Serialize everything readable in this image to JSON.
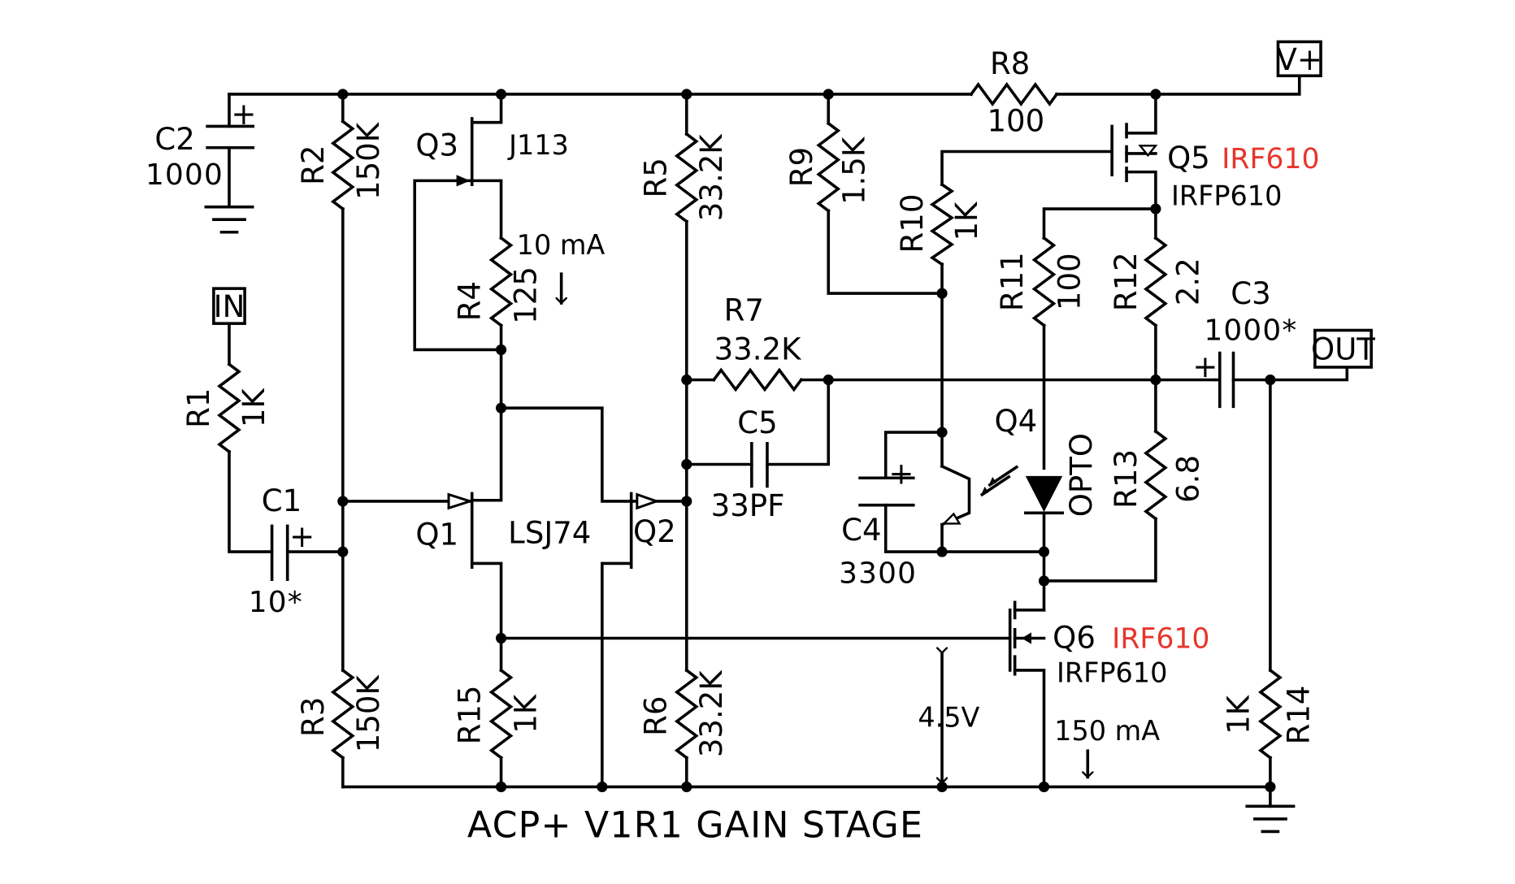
{
  "title": "ACP+ V1R1 GAIN STAGE",
  "ports": {
    "vplus": "V+",
    "in": "IN",
    "out": "OUT"
  },
  "components": {
    "R1": {
      "ref": "R1",
      "value": "1K"
    },
    "R2": {
      "ref": "R2",
      "value": "150K"
    },
    "R3": {
      "ref": "R3",
      "value": "150K"
    },
    "R4": {
      "ref": "R4",
      "value": "125",
      "note": "10 mA"
    },
    "R5": {
      "ref": "R5",
      "value": "33.2K"
    },
    "R6": {
      "ref": "R6",
      "value": "33.2K"
    },
    "R7": {
      "ref": "R7",
      "value": "33.2K"
    },
    "R8": {
      "ref": "R8",
      "value": "100"
    },
    "R9": {
      "ref": "R9",
      "value": "1.5K"
    },
    "R10": {
      "ref": "R10",
      "value": "1K"
    },
    "R11": {
      "ref": "R11",
      "value": "100"
    },
    "R12": {
      "ref": "R12",
      "value": "2.2"
    },
    "R13": {
      "ref": "R13",
      "value": "6.8"
    },
    "R14": {
      "ref": "R14",
      "value": "1K"
    },
    "R15": {
      "ref": "R15",
      "value": "1K"
    },
    "C1": {
      "ref": "C1",
      "value": "10*"
    },
    "C2": {
      "ref": "C2",
      "value": "1000"
    },
    "C3": {
      "ref": "C3",
      "value": "1000*"
    },
    "C4": {
      "ref": "C4",
      "value": "3300"
    },
    "C5": {
      "ref": "C5",
      "value": "33PF"
    },
    "Q1": {
      "ref": "Q1"
    },
    "Q2": {
      "ref": "Q2"
    },
    "Q12_pair": {
      "part": "LSJ74"
    },
    "Q3": {
      "ref": "Q3",
      "part": "J113"
    },
    "Q4": {
      "ref": "Q4",
      "part": "OPTO"
    },
    "Q5": {
      "ref": "Q5",
      "part": "IRFP610",
      "alt_part": "IRF610"
    },
    "Q6": {
      "ref": "Q6",
      "part": "IRFP610",
      "alt_part": "IRF610"
    }
  },
  "annotations": {
    "voltage": "4.5V",
    "current_q6": "150 mA"
  },
  "symbols": {
    "polarity_plus": "+"
  },
  "colors": {
    "ink": "#000000",
    "alt_part": "#e8352b",
    "background": "#ffffff"
  }
}
